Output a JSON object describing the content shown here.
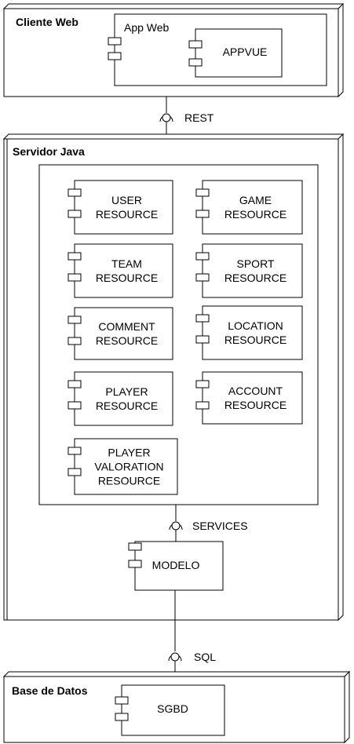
{
  "nodes": {
    "cliente_web": "Cliente Web",
    "servidor_java": "Servidor Java",
    "base_de_datos": "Base de Datos"
  },
  "app_web": {
    "label": "App Web",
    "appvue": "APPVUE"
  },
  "interfaces": {
    "rest": "REST",
    "services": "SERVICES",
    "sql": "SQL"
  },
  "resources": {
    "user": [
      "USER",
      "RESOURCE"
    ],
    "game": [
      "GAME",
      "RESOURCE"
    ],
    "team": [
      "TEAM",
      "RESOURCE"
    ],
    "sport": [
      "SPORT",
      "RESOURCE"
    ],
    "comment": [
      "COMMENT",
      "RESOURCE"
    ],
    "location": [
      "LOCATION",
      "RESOURCE"
    ],
    "player": [
      "PLAYER",
      "RESOURCE"
    ],
    "account": [
      "ACCOUNT",
      "RESOURCE"
    ],
    "player_valoration": [
      "PLAYER",
      "VALORATION",
      "RESOURCE"
    ]
  },
  "modelo": "MODELO",
  "sgbd": "SGBD"
}
